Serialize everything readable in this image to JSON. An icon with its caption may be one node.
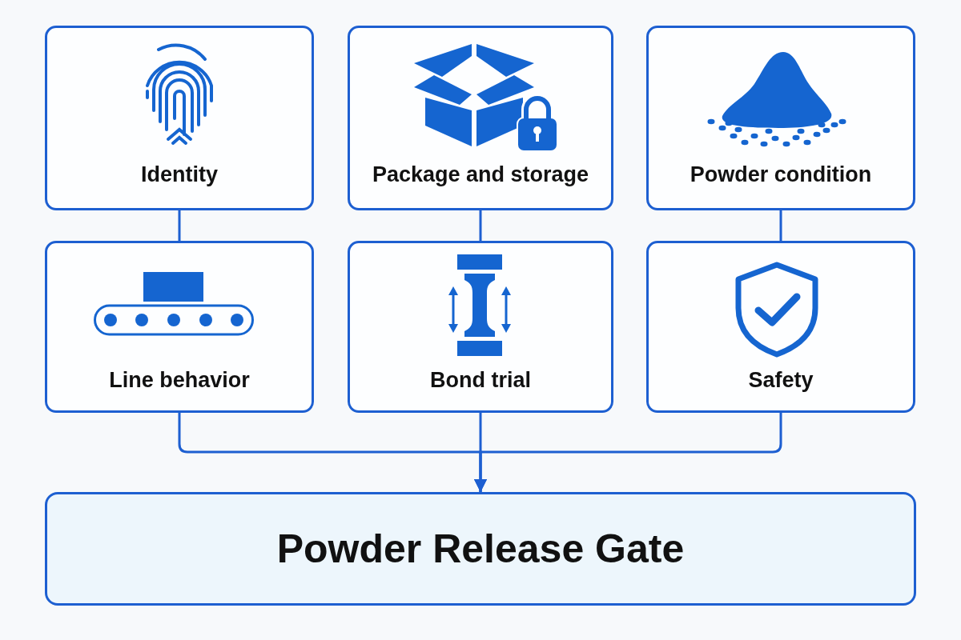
{
  "diagram": {
    "nodes": [
      {
        "text": [
          "Identity"
        ]
      },
      {
        "text": [
          "Package and storage"
        ]
      },
      {
        "text": [
          "Powder condition"
        ]
      },
      {
        "text": [
          "Line behavior"
        ]
      },
      {
        "text": [
          "Bond trial"
        ]
      },
      {
        "text": [
          "Safety"
        ]
      },
      {
        "text": [
          "Powder Release Gate"
        ]
      }
    ],
    "edges": [
      {
        "from": 0,
        "to": 3,
        "arrow": "none"
      },
      {
        "from": 1,
        "to": 4,
        "arrow": "none"
      },
      {
        "from": 2,
        "to": 5,
        "arrow": "none"
      },
      {
        "from": 3,
        "to": 6,
        "arrow": "to"
      },
      {
        "from": 4,
        "to": 6,
        "arrow": "to"
      },
      {
        "from": 5,
        "to": 6,
        "arrow": "to"
      }
    ]
  }
}
